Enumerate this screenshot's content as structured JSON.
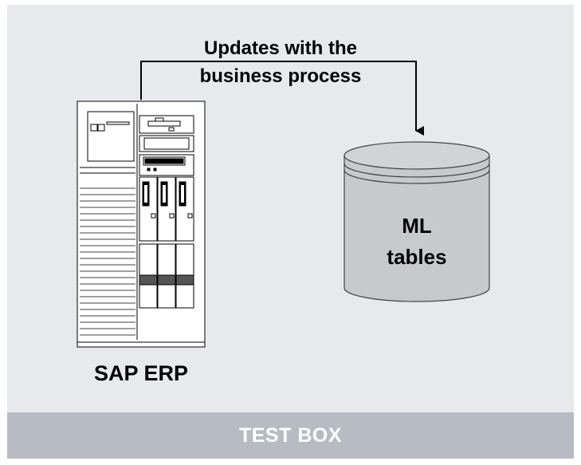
{
  "connector": {
    "line1": "Updates with the",
    "line2": "business process"
  },
  "server": {
    "label": "SAP ERP",
    "icon": "server-tower-icon"
  },
  "database": {
    "line1": "ML",
    "line2": "tables",
    "icon": "database-cylinder-icon"
  },
  "footer": {
    "label": "TEST BOX"
  },
  "colors": {
    "panel": "#e8e9ec",
    "footer": "#b7bcc4",
    "cylinder": "#c8c9cb"
  }
}
